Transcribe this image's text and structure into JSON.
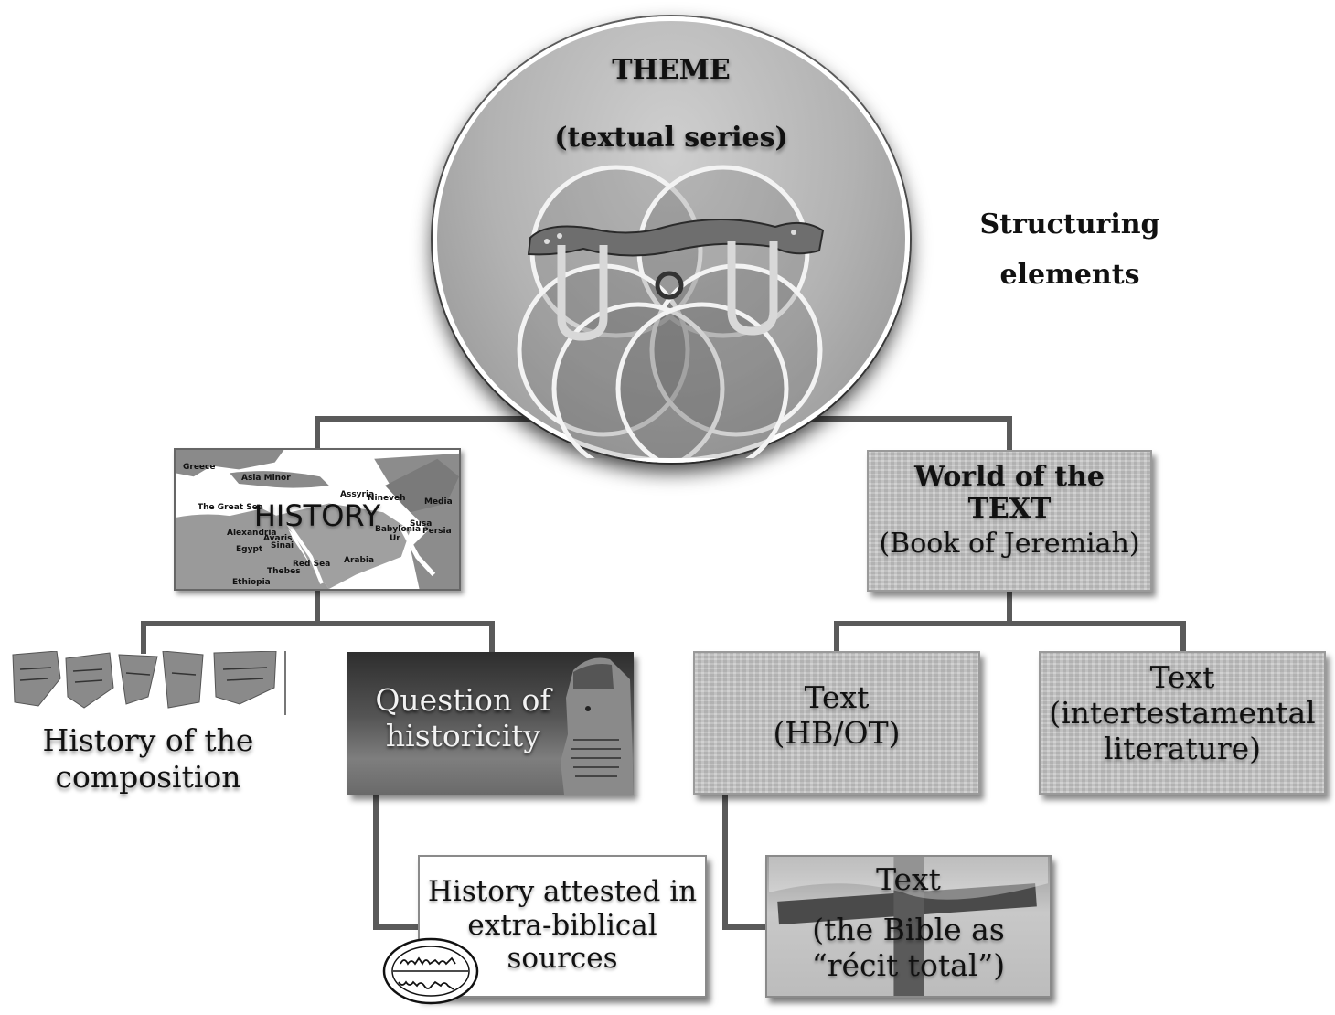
{
  "theme": {
    "title": "THEME",
    "subtitle": "(textual series)"
  },
  "side_label": {
    "line1": "Structuring",
    "line2": "elements"
  },
  "history": {
    "title": "HISTORY",
    "map_labels": [
      "Greece",
      "Asia Minor",
      "Assyria",
      "Nineveh",
      "Media",
      "The Great Sea",
      "Alexandria",
      "Avaris",
      "Sinai",
      "Babylonia",
      "Susa",
      "Persia",
      "Ur",
      "Egypt",
      "Thebes",
      "Red Sea",
      "Arabia",
      "Ethiopia"
    ]
  },
  "world": {
    "line1": "World of the",
    "line2": "TEXT",
    "line3": "(Book of Jeremiah)"
  },
  "composition": {
    "line1": "History of the",
    "line2": "composition"
  },
  "question": {
    "line1": "Question of",
    "line2": "historicity"
  },
  "text_hb": {
    "line1": "Text",
    "line2": "(HB/OT)"
  },
  "text_inter": {
    "line1": "Text",
    "line2": "(intertestamental",
    "line3": "literature)"
  },
  "attested": {
    "line1": "History attested in",
    "line2": "extra-biblical",
    "line3": "sources"
  },
  "bible": {
    "line1": "Text",
    "line2": "(the Bible as",
    "line3": "“récit total”)"
  }
}
